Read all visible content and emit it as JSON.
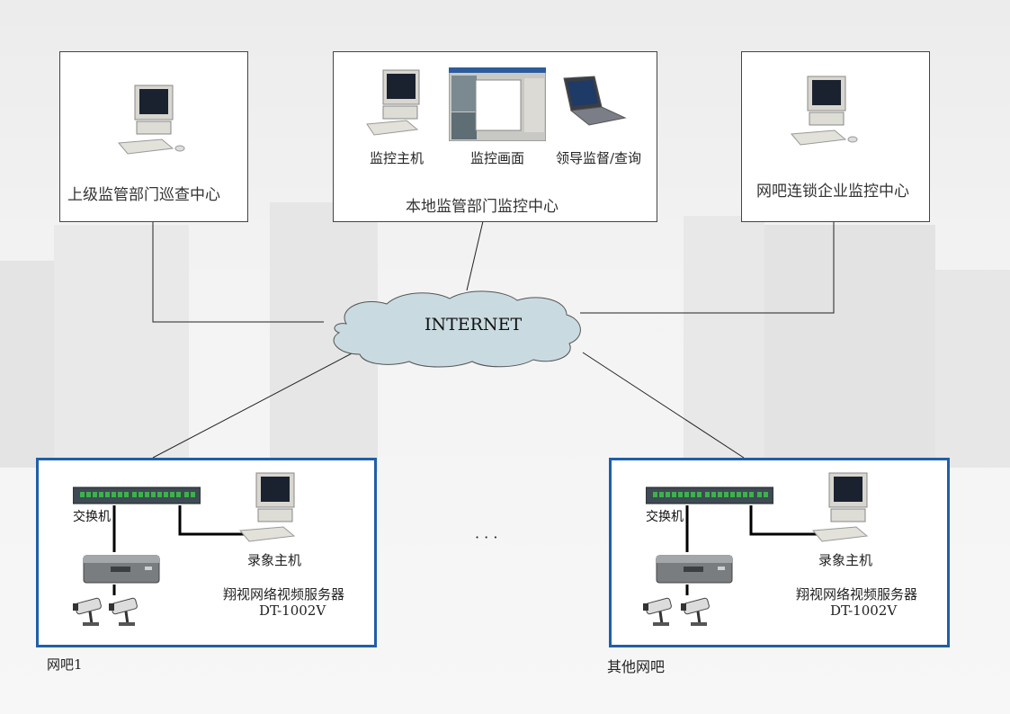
{
  "top_boxes": {
    "upper_center": {
      "label": "上级监管部门巡查中心",
      "icon": "desktop-computer-icon"
    },
    "local_center": {
      "label": "本地监管部门监控中心",
      "items": [
        {
          "label": "监控主机",
          "icon": "desktop-computer-icon"
        },
        {
          "label": "监控画面",
          "icon": "monitoring-screen-icon"
        },
        {
          "label": "领导监督/查询",
          "icon": "laptop-icon"
        }
      ]
    },
    "chain_center": {
      "label": "网吧连锁企业监控中心",
      "icon": "desktop-computer-icon"
    }
  },
  "internet": {
    "label": "INTERNET",
    "icon": "cloud-icon"
  },
  "ellipsis": "· · ·",
  "sites": [
    {
      "name": "网吧1",
      "switch_label": "交换机",
      "recorder_label": "录象主机",
      "server_label": "翔视网络视频服务器",
      "model": "DT-1002V"
    },
    {
      "name": "其他网吧",
      "switch_label": "交换机",
      "recorder_label": "录象主机",
      "server_label": "翔视网络视频服务器",
      "model": "DT-1002V"
    }
  ],
  "colors": {
    "site_border": "#1f5fa8",
    "cloud_fill": "#c9dbe0"
  }
}
